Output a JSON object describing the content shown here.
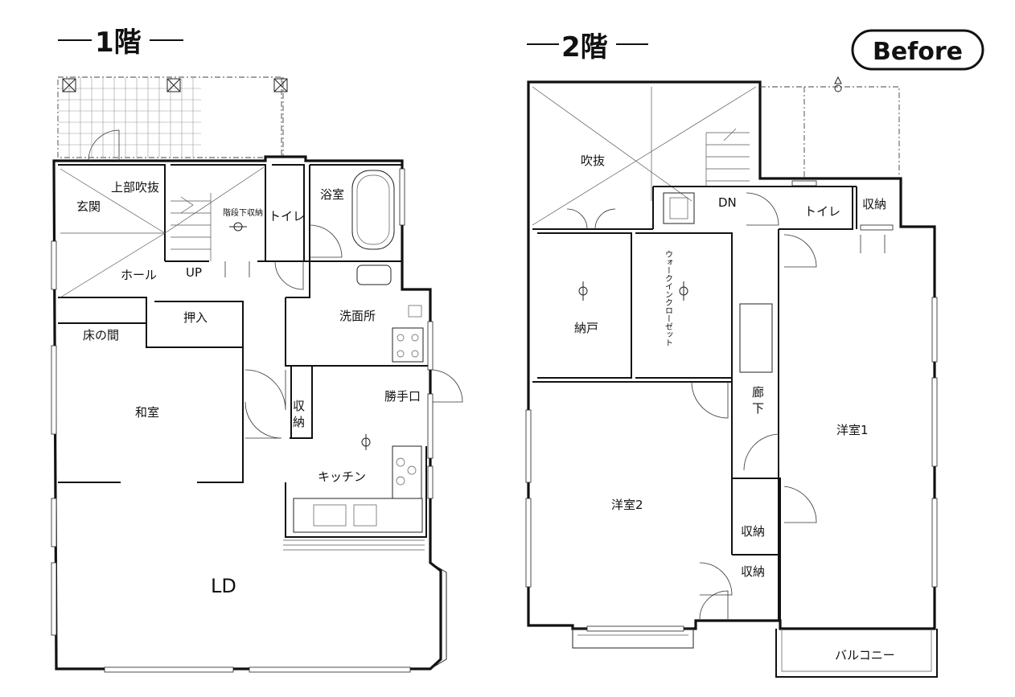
{
  "floor1": {
    "title": "1階",
    "rooms": {
      "genkan": "玄関",
      "fukinuke_upper": "上部吹抜",
      "kaidan_shuno": "階段下収納",
      "toilet": "トイレ",
      "yokushitsu": "浴室",
      "hall": "ホール",
      "up": "UP",
      "oshiire": "押入",
      "tokonoma": "床の間",
      "senmenjo": "洗面所",
      "washitsu": "和室",
      "shuno_a": "収",
      "shuno_b": "納",
      "katteguchi": "勝手口",
      "kitchen": "キッチン",
      "ld": "LD"
    }
  },
  "floor2": {
    "title": "2階",
    "rooms": {
      "fukinuke": "吹抜",
      "dn": "DN",
      "toilet": "トイレ",
      "shuno_top": "収納",
      "nando": "納戸",
      "walkin": "ウォークインクローゼット",
      "roka_a": "廊",
      "roka_b": "下",
      "yoshitsu1": "洋室1",
      "yoshitsu2": "洋室2",
      "shuno_mid": "収納",
      "shuno_low": "収納",
      "balcony": "バルコニー"
    }
  },
  "badge": {
    "label": "Before"
  },
  "colors": {
    "line": "#111111",
    "background": "#ffffff"
  }
}
